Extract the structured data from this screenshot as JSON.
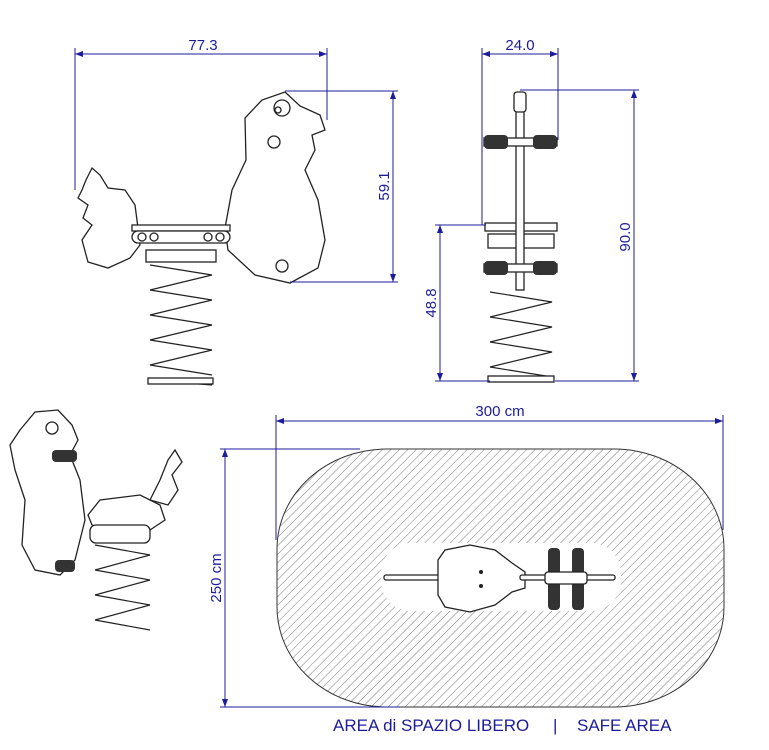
{
  "front_view": {
    "width_label": "77.3",
    "height_label": "59.1"
  },
  "side_view": {
    "width_label": "24.0",
    "total_height_label": "90.0",
    "seat_height_label": "48.8"
  },
  "plan_view": {
    "length_label": "300 cm",
    "width_label": "250 cm"
  },
  "caption": {
    "italian": "AREA di SPAZIO LIBERO",
    "separator": "|",
    "english": "SAFE AREA"
  },
  "colors": {
    "dimension": "#1c1c9c",
    "outline": "#222222"
  }
}
